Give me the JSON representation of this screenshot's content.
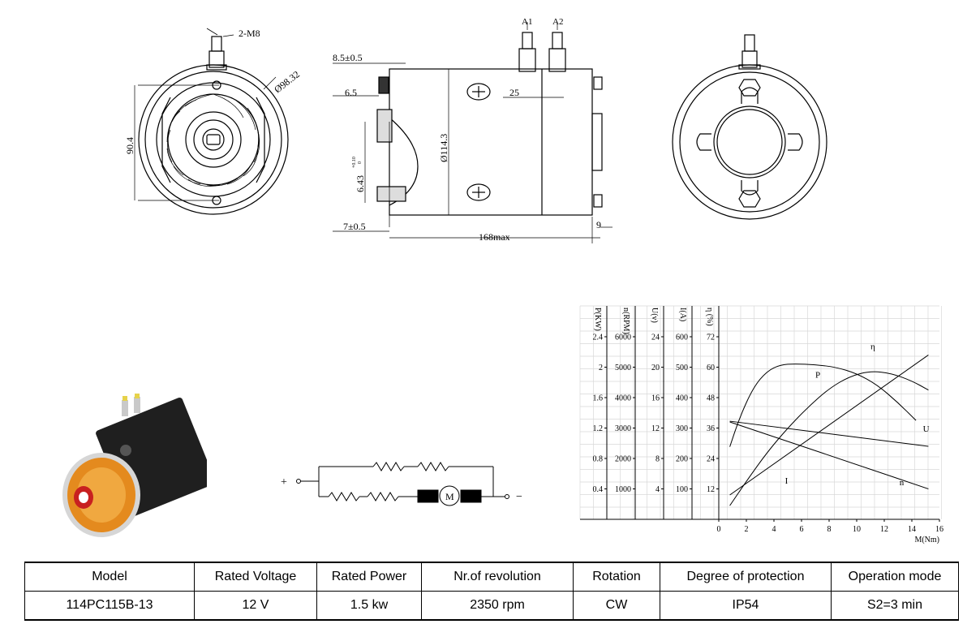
{
  "drawing": {
    "front_view": {
      "terminal": "2-M8",
      "diameter": "Ø98.32",
      "height": "90.4"
    },
    "side_view": {
      "terminal_a1": "A1",
      "terminal_a2": "A2",
      "dim_85": "8.5±0.5",
      "dim_65": "6.5",
      "dim_25": "25",
      "dim_643": "6.43",
      "dim_643_tol_upper": "+0.10",
      "dim_643_tol_lower": "0",
      "dim_1143": "Ø114.3",
      "dim_7": "7±0.5",
      "dim_168": "168max",
      "dim_9": "9"
    }
  },
  "schematic": {
    "plus": "+",
    "minus": "−",
    "motor": "M"
  },
  "chart_data": {
    "type": "line",
    "x_label": "M(Nm)",
    "x_ticks": [
      0,
      2,
      4,
      6,
      8,
      10,
      12,
      14,
      16
    ],
    "xlim": [
      0,
      16
    ],
    "grid": true,
    "axes": [
      {
        "label": "P(KW)",
        "ticks": [
          "0.4",
          "0.8",
          "1.2",
          "1.6",
          "2",
          "2.4"
        ]
      },
      {
        "label": "n(RPM)",
        "ticks": [
          "1000",
          "2000",
          "3000",
          "4000",
          "5000",
          "6000"
        ]
      },
      {
        "label": "U(v)",
        "ticks": [
          "4",
          "8",
          "12",
          "16",
          "20",
          "24"
        ]
      },
      {
        "label": "I(A)",
        "ticks": [
          "100",
          "200",
          "300",
          "400",
          "500",
          "600"
        ]
      },
      {
        "label": "η (%)",
        "ticks": [
          "12",
          "24",
          "36",
          "48",
          "60",
          "72"
        ]
      }
    ],
    "series": [
      {
        "name": "η",
        "color": "#000000",
        "x": [
          0.8,
          1.5,
          2.5,
          3.5,
          4.5,
          5.5,
          7,
          8.5,
          10,
          11.5,
          13,
          14.3
        ],
        "y": [
          28.6,
          40,
          52,
          58.5,
          61,
          61.3,
          61,
          60,
          57.5,
          53,
          46,
          39
        ]
      },
      {
        "name": "P",
        "color": "#000000",
        "x": [
          0.8,
          2,
          3.5,
          5,
          6.5,
          8,
          9.5,
          11,
          12.5,
          14,
          15.2
        ],
        "y": [
          0.18,
          0.5,
          0.88,
          1.2,
          1.48,
          1.72,
          1.88,
          1.95,
          1.92,
          1.82,
          1.7
        ]
      },
      {
        "name": "U",
        "color": "#000000",
        "x": [
          0.8,
          15.2
        ],
        "y": [
          12.9,
          9.6
        ]
      },
      {
        "name": "I",
        "color": "#000000",
        "x": [
          0.8,
          15.2
        ],
        "y": [
          80,
          540
        ]
      },
      {
        "name": "n",
        "color": "#000000",
        "x": [
          0.8,
          5,
          10,
          15.2
        ],
        "y": [
          3200,
          2560,
          1800,
          1000
        ]
      }
    ]
  },
  "table": {
    "headers": [
      "Model",
      "Rated Voltage",
      "Rated Power",
      "Nr.of revolution",
      "Rotation",
      "Degree of protection",
      "Operation mode"
    ],
    "rows": [
      [
        "114PC115B-13",
        "12 V",
        "1.5 kw",
        "2350 rpm",
        "CW",
        "IP54",
        "S2=3 min"
      ]
    ]
  }
}
